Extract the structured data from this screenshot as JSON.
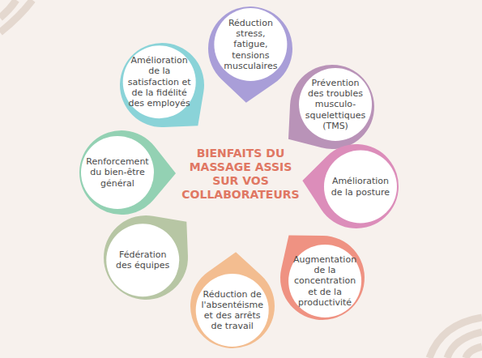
{
  "diagram": {
    "title": "BIENFAITS DU MASSAGE ASSIS SUR VOS COLLABORATEURS",
    "nodes": [
      {
        "text": [
          "Réduction stress, fatigue, tensions musculaires"
        ]
      },
      {
        "text": [
          "Prévention des troubles musculo-squelettiques (TMS)"
        ]
      },
      {
        "text": [
          "Amélioration de la posture"
        ]
      },
      {
        "text": [
          "Augmentation de la concentration et de la productivité"
        ]
      },
      {
        "text": [
          "Réduction de l'absentéisme et des arrêts de travail"
        ]
      },
      {
        "text": [
          "Fédération des équipes"
        ]
      },
      {
        "text": [
          "Renforcement du bien-être général"
        ]
      },
      {
        "text": [
          "Amélioration de la satisfaction et de la fidélité des employés"
        ]
      }
    ]
  }
}
